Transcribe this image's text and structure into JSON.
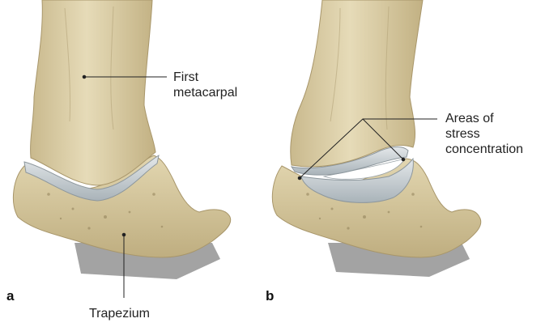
{
  "panels": [
    {
      "letter": "a"
    },
    {
      "letter": "b"
    }
  ],
  "labels": {
    "first_metacarpal_line1": "First",
    "first_metacarpal_line2": "metacarpal",
    "trapezium": "Trapezium",
    "stress_line1": "Areas of",
    "stress_line2": "stress",
    "stress_line3": "concentration"
  },
  "colors": {
    "bone": "#dccfa6",
    "bone_shadow": "#b8a87c",
    "cartilage": "#bfc7cc",
    "leader_line": "#222222"
  }
}
